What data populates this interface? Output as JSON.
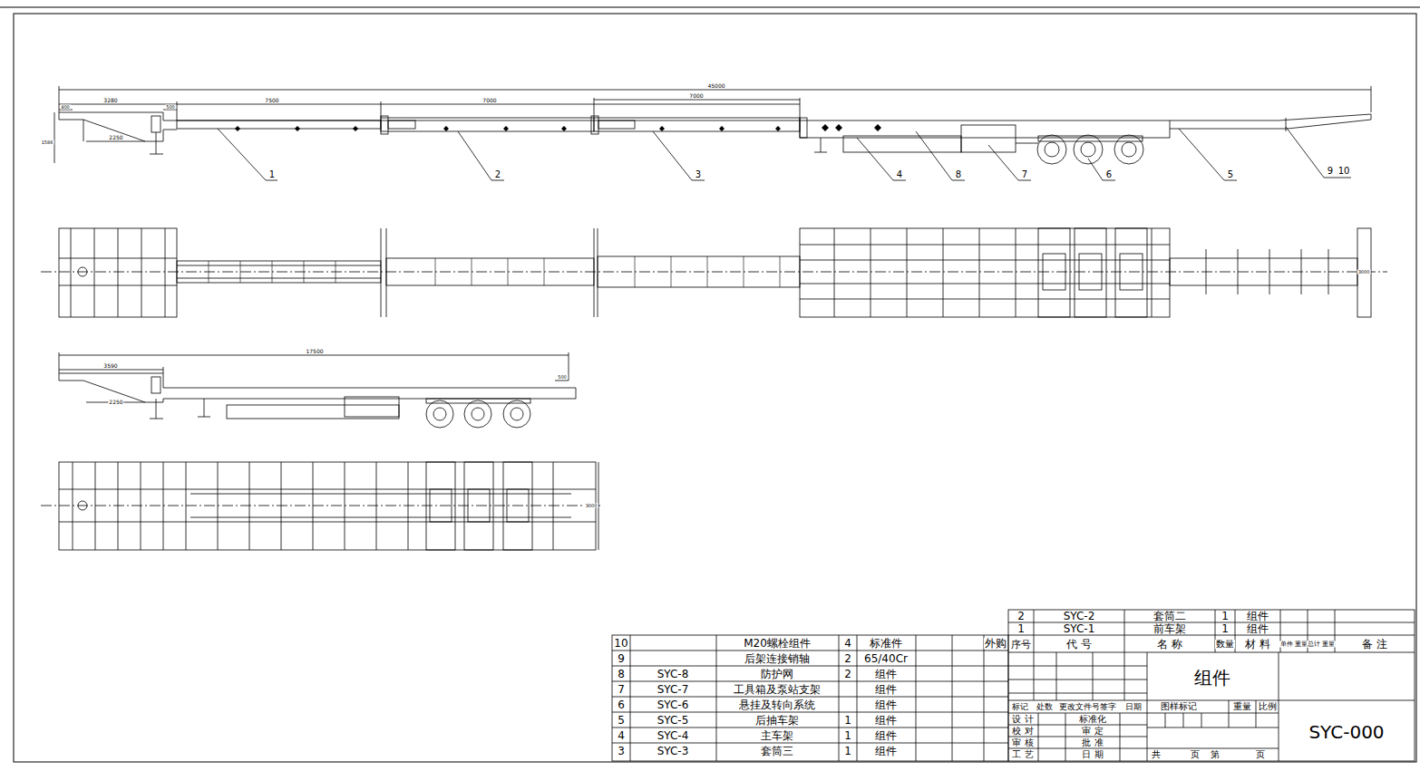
{
  "diagram": {
    "labels": [
      "45000",
      "3280",
      "500",
      "400",
      "7500",
      "7000",
      "7000",
      "2250",
      "1586",
      "1",
      "2",
      "3",
      "4",
      "8",
      "7",
      "6",
      "5",
      "9",
      "10",
      "3000",
      "17500",
      "3590",
      "2250",
      "500",
      "3000",
      "10",
      "M20螺栓组件",
      "4",
      "标准件",
      "外购",
      "9",
      "后架连接销轴",
      "2",
      "65/40Cr",
      "8",
      "SYC-8",
      "防护网",
      "2",
      "组件",
      "7",
      "SYC-7",
      "工具箱及泵站支架",
      "组件",
      "6",
      "SYC-6",
      "悬挂及转向系统",
      "组件",
      "5",
      "SYC-5",
      "后抽车架",
      "1",
      "组件",
      "4",
      "SYC-4",
      "主车架",
      "1",
      "组件",
      "3",
      "SYC-3",
      "套筒三",
      "1",
      "组件",
      "2",
      "SYC-2",
      "套筒二",
      "1",
      "组件",
      "1",
      "SYC-1",
      "前车架",
      "1",
      "组件",
      "序号",
      "代 号",
      "名 称",
      "数量",
      "材 料",
      "单件 重量",
      "总计 重量",
      "备 注",
      "组件",
      "标记",
      "处数",
      "更改文件号",
      "签字",
      "日期",
      "设 计",
      "标准化",
      "校 对",
      "审 定",
      "审 核",
      "批 准",
      "工 艺",
      "日 期",
      "图样标记",
      "重量",
      "比例",
      "共",
      "页",
      "第",
      "页",
      "SYC-000"
    ]
  }
}
